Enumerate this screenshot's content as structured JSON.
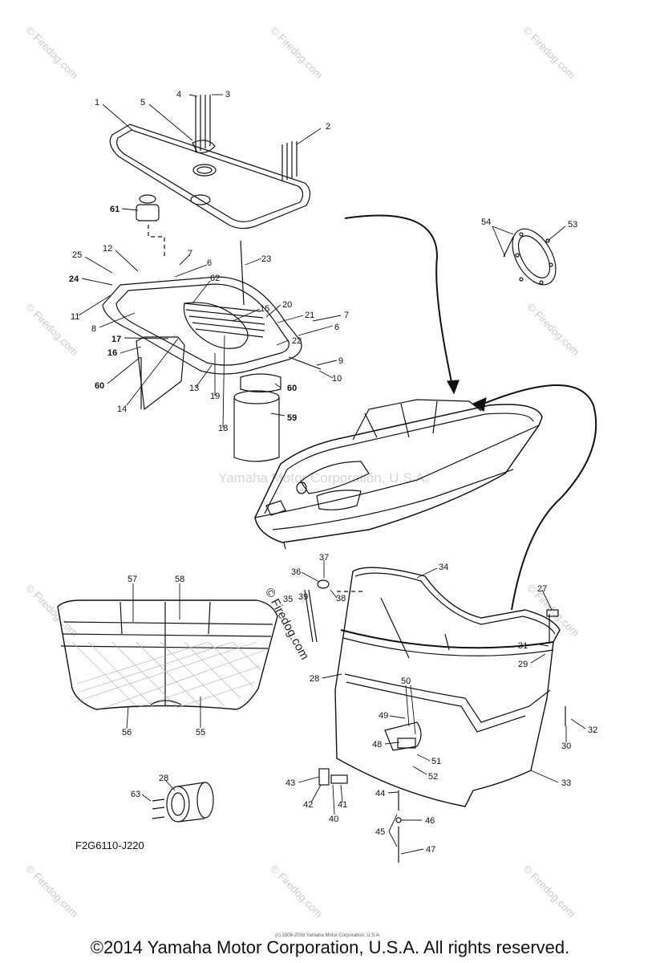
{
  "diagram": {
    "diagram_code": "F2G6110-J220",
    "copyright": "©2014 Yamaha Motor Corporation, U.S.A. All rights reserved.",
    "small_copyright": "(c) 2006-2016 Yamaha Motor Corporation, U.S.A.",
    "watermark_text": "© Firedog.com",
    "center_watermark": "Yamaha Motor Corporation, U.S.A.",
    "diag_watermark": "© Firedog.com",
    "callouts": [
      "1",
      "2",
      "3",
      "4",
      "5",
      "61",
      "54",
      "53",
      "25",
      "12",
      "7",
      "23",
      "24",
      "6",
      "62",
      "11",
      "15",
      "20",
      "8",
      "21",
      "7",
      "17",
      "22",
      "6",
      "16",
      "9",
      "10",
      "60",
      "13",
      "19",
      "60",
      "14",
      "18",
      "59",
      "37",
      "36",
      "35",
      "39",
      "38",
      "34",
      "27",
      "57",
      "58",
      "28",
      "31",
      "29",
      "50",
      "49",
      "48",
      "51",
      "52",
      "32",
      "30",
      "56",
      "55",
      "33",
      "43",
      "42",
      "41",
      "40",
      "44",
      "46",
      "45",
      "47",
      "28",
      "63"
    ]
  }
}
